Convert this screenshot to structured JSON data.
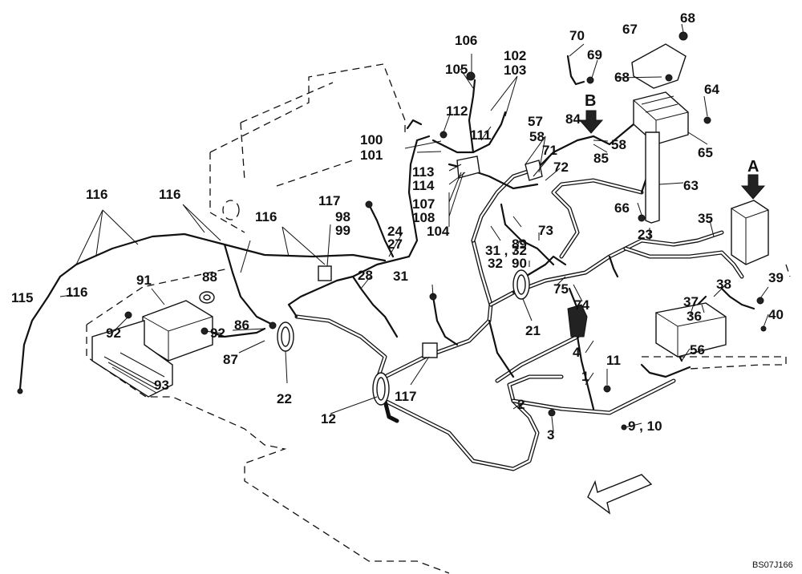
{
  "drawing_code": "BS07J166",
  "callouts": {
    "view_a": "A",
    "view_b": "B"
  },
  "part_labels": [
    "1",
    "2",
    "3",
    "4",
    "9 , 10",
    "11",
    "12",
    "21",
    "22",
    "23",
    "24",
    "27",
    "28",
    "31",
    "31 , 32",
    "32",
    "35",
    "36",
    "37",
    "38",
    "39",
    "40",
    "56",
    "57",
    "58",
    "58",
    "63",
    "64",
    "65",
    "66",
    "67",
    "68",
    "68",
    "69",
    "70",
    "71",
    "72",
    "73",
    "74",
    "75",
    "84",
    "85",
    "86",
    "87",
    "88",
    "89",
    "90",
    "91",
    "92",
    "92",
    "93",
    "98",
    "99",
    "100",
    "101",
    "102",
    "103",
    "104",
    "105",
    "106",
    "107",
    "108",
    "111",
    "112",
    "113",
    "114",
    "115",
    "116",
    "116",
    "116",
    "116",
    "117",
    "117"
  ],
  "icons": {
    "direction_arrow": "front-direction-arrow-icon"
  }
}
